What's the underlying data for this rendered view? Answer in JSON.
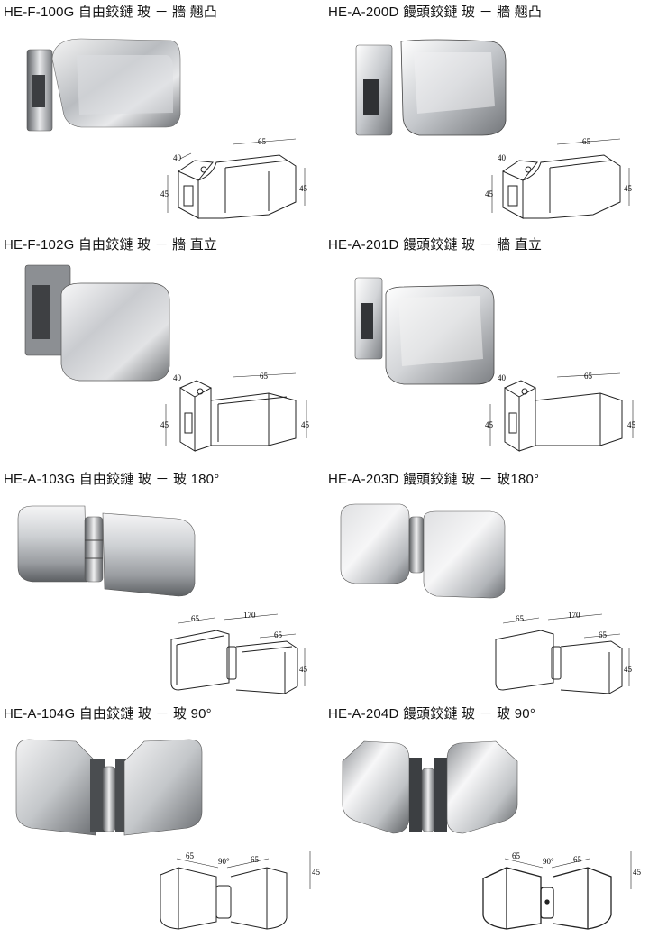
{
  "products": [
    {
      "title": "HE-F-100G 自由鉸鏈 玻 － 牆 翹凸",
      "type": "wall-offset",
      "dims": [
        "65",
        "40",
        "45",
        "45"
      ]
    },
    {
      "title": "HE-A-200D 饅頭鉸鏈 玻 － 牆 翹凸",
      "type": "wall-offset",
      "dims": [
        "65",
        "40",
        "45",
        "45"
      ]
    },
    {
      "title": "HE-F-102G 自由鉸鏈 玻 － 牆 直立",
      "type": "wall-straight",
      "dims": [
        "65",
        "40",
        "45",
        "45"
      ]
    },
    {
      "title": "HE-A-201D 饅頭鉸鏈 玻 － 牆 直立",
      "type": "wall-straight",
      "dims": [
        "65",
        "40",
        "45",
        "45"
      ]
    },
    {
      "title": "HE-A-103G 自由鉸鏈 玻 － 玻 180°",
      "type": "glass-180",
      "dims": [
        "65",
        "170",
        "65",
        "45"
      ]
    },
    {
      "title": "HE-A-203D 饅頭鉸鏈 玻 － 玻180°",
      "type": "glass-180",
      "dims": [
        "65",
        "170",
        "65",
        "45"
      ]
    },
    {
      "title": "HE-A-104G 自由鉸鏈 玻 － 玻 90°",
      "type": "glass-90",
      "dims": [
        "65",
        "90°",
        "65",
        "45"
      ]
    },
    {
      "title": "HE-A-204D 饅頭鉸鏈 玻 － 玻 90°",
      "type": "glass-90",
      "dims": [
        "65",
        "90°",
        "65",
        "45"
      ]
    }
  ]
}
